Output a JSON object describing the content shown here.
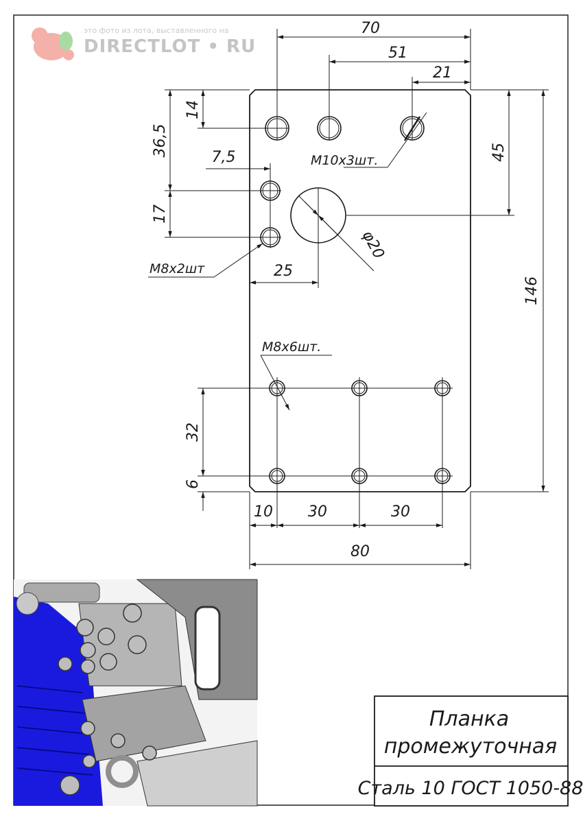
{
  "watermark": {
    "caption": "это фото из лота, выставленного на",
    "brand": "DIRECTLOT • RU",
    "logo_icon": "squirrel-logo-icon"
  },
  "dimensions": {
    "d70": "70",
    "d51": "51",
    "d21": "21",
    "d14": "14",
    "d36_5": "36,5",
    "d7_5": "7,5",
    "d45": "45",
    "d17": "17",
    "d25": "25",
    "d_phi20": "φ20",
    "d146": "146",
    "d32": "32",
    "d6": "6",
    "d10": "10",
    "d30a": "30",
    "d30b": "30",
    "d80": "80"
  },
  "notes": {
    "m10": "M10x3шт.",
    "m8x2": "M8x2шт",
    "m8x6": "M8x6шт."
  },
  "title_block": {
    "line1": "Планка",
    "line2": "промежуточная",
    "material": "Сталь 10  ГОСТ 1050-88"
  },
  "render_3d": {
    "motor_color": "#1a1adf",
    "metal_color": "#9a9a9a"
  },
  "colors": {
    "line": "#1a1a1a",
    "watermark_logo": "#f2a9a0"
  }
}
